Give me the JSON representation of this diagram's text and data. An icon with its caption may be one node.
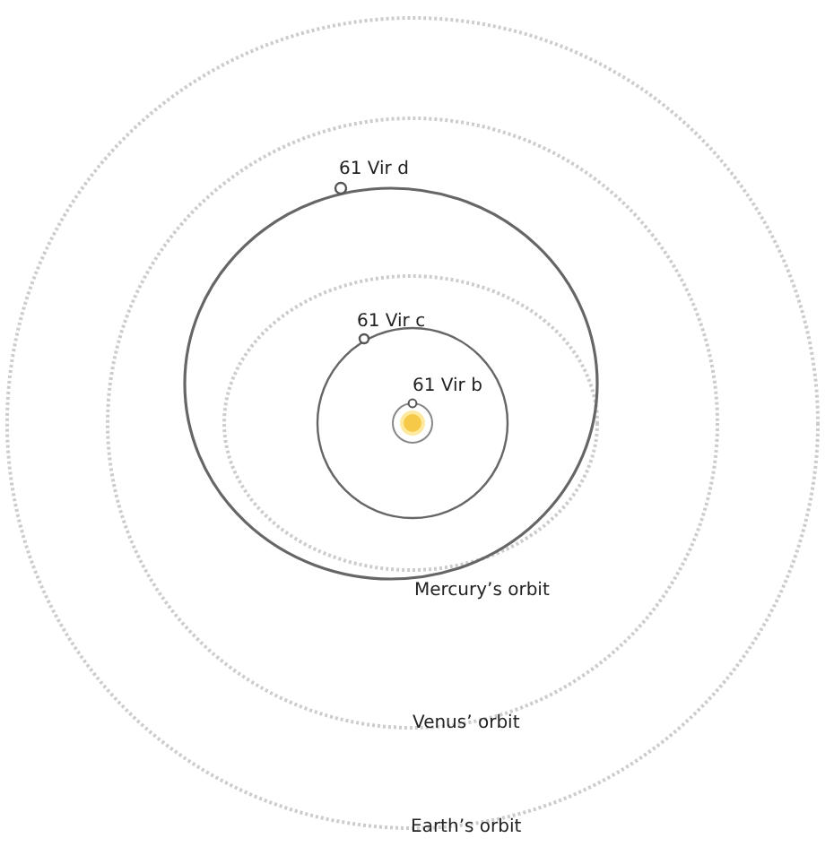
{
  "diagram": {
    "labels": [
      "61 Vir d",
      "61 Vir c",
      "61 Vir b",
      "Mercury’s orbit",
      "Venus’ orbit",
      "Earth’s orbit"
    ]
  }
}
